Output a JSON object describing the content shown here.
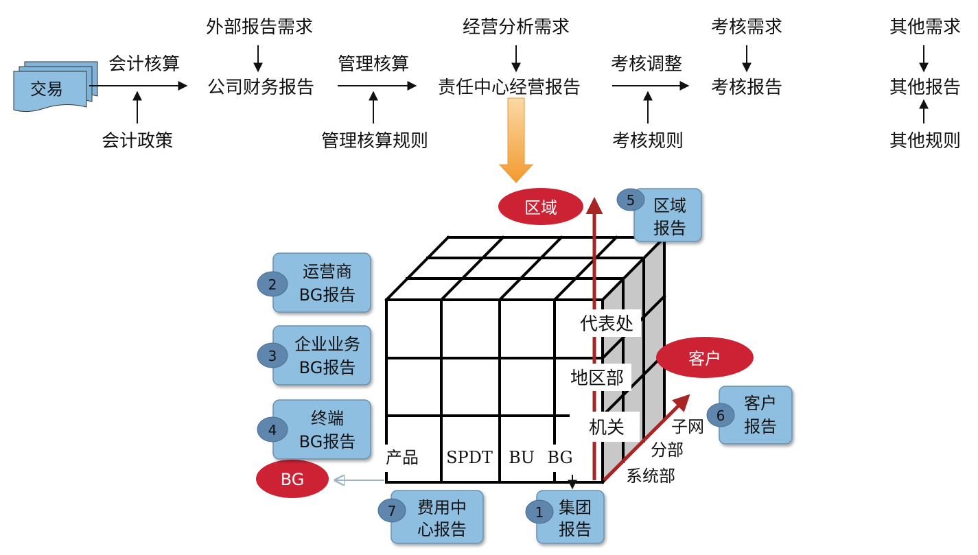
{
  "flow": {
    "transaction": "交易",
    "accounting": "会计核算",
    "accounting_policy": "会计政策",
    "external_demand": "外部报告需求",
    "financial_report": "公司财务报告",
    "mgmt_accounting": "管理核算",
    "mgmt_rules": "管理核算规则",
    "ops_demand": "经营分析需求",
    "center_report": "责任中心经营报告",
    "assess_adjust": "考核调整",
    "assess_rules": "考核规则",
    "assess_demand": "考核需求",
    "assess_report": "考核报告",
    "other_demand": "其他需求",
    "other_report": "其他报告",
    "other_rules": "其他规则"
  },
  "cube": {
    "region_axis": "区域",
    "customer_axis": "客户",
    "bg_axis": "BG",
    "region_levels": [
      "代表处",
      "地区部",
      "机关"
    ],
    "product_labels": [
      "产品",
      "SPDT",
      "BU",
      "BG"
    ],
    "customer_levels": [
      "子网",
      "分部",
      "系统部"
    ]
  },
  "reports": [
    {
      "num": "1",
      "line1": "集团",
      "line2": "报告"
    },
    {
      "num": "2",
      "line1": "运营商",
      "line2": "BG报告"
    },
    {
      "num": "3",
      "line1": "企业业务",
      "line2": "BG报告"
    },
    {
      "num": "4",
      "line1": "终端",
      "line2": "BG报告"
    },
    {
      "num": "5",
      "line1": "区域",
      "line2": "报告"
    },
    {
      "num": "6",
      "line1": "客户",
      "line2": "报告"
    },
    {
      "num": "7",
      "line1": "费用中",
      "line2": "心报告"
    }
  ],
  "colors": {
    "box_fill": "#8fbfe0",
    "badge_fill": "#5f86ad",
    "ellipse_fill": "#cc2233",
    "axis_red": "#a82525",
    "arrow_orange": "#f3a83c",
    "bg_arrow": "#9db4c8"
  }
}
